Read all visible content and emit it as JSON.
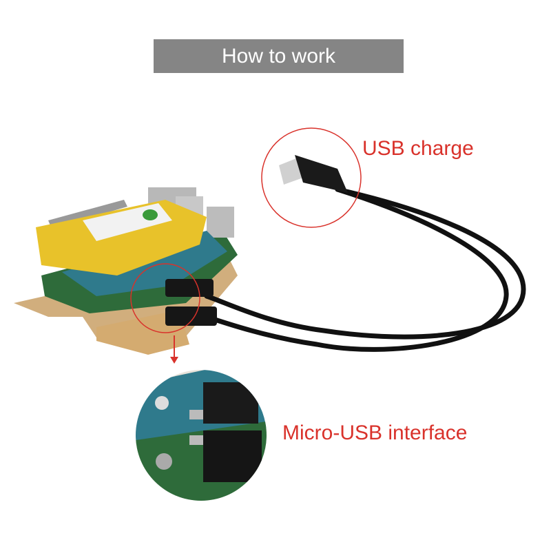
{
  "title": "How to work",
  "labels": {
    "usb_charge": "USB charge",
    "micro_usb": "Micro-USB interface"
  },
  "colors": {
    "banner": "#858585",
    "label_text": "#d9322b",
    "highlight_circle": "#d9322b",
    "cable": "#111111",
    "battery": "#e8c22a",
    "pcb": "#2f7a8c",
    "acrylic": "#c9a066"
  }
}
